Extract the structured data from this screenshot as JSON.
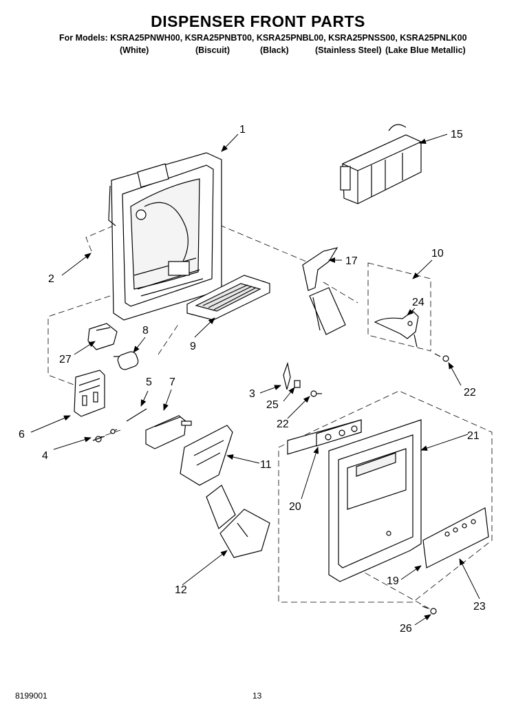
{
  "header": {
    "title": "DISPENSER FRONT PARTS",
    "models": "For Models: KSRA25PNWH00, KSRA25PNBT00, KSRA25PNBL00, KSRA25PNSS00, KSRA25PNLK00",
    "colors": [
      "(White)",
      "(Biscuit)",
      "(Black)",
      "(Stainless Steel)",
      "(Lake Blue Metallic)"
    ]
  },
  "callouts": {
    "c1": "1",
    "c2": "2",
    "c3": "3",
    "c4": "4",
    "c5": "5",
    "c6": "6",
    "c7": "7",
    "c8": "8",
    "c9": "9",
    "c10": "10",
    "c11": "11",
    "c12": "12",
    "c15": "15",
    "c17": "17",
    "c19": "19",
    "c20": "20",
    "c21": "21",
    "c22a": "22",
    "c22b": "22",
    "c23": "23",
    "c24": "24",
    "c25": "25",
    "c26": "26",
    "c27": "27"
  },
  "footer": {
    "doc_number": "8199001",
    "page_number": "13"
  }
}
